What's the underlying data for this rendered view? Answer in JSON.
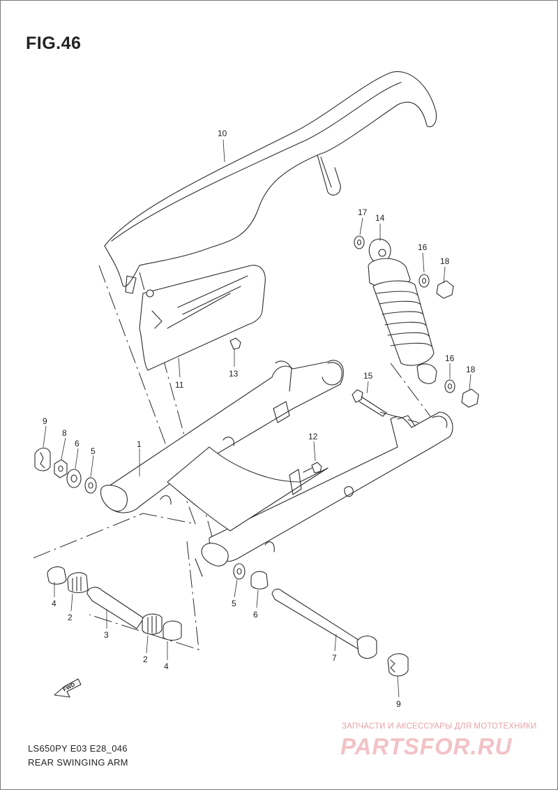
{
  "figure": {
    "title": "FIG.46"
  },
  "callouts": {
    "c1": "1",
    "c2a": "2",
    "c2b": "2",
    "c3": "3",
    "c4a": "4",
    "c4b": "4",
    "c5a": "5",
    "c5b": "5",
    "c6a": "6",
    "c6b": "6",
    "c7": "7",
    "c8": "8",
    "c9a": "9",
    "c9b": "9",
    "c10": "10",
    "c11": "11",
    "c12": "12",
    "c13": "13",
    "c14": "14",
    "c15": "15",
    "c16a": "16",
    "c16b": "16",
    "c17": "17",
    "c18a": "18",
    "c18b": "18"
  },
  "fwd_label": "FWD",
  "footer": {
    "model": "LS650PY E03 E28_046",
    "section": "REAR SWINGING ARM"
  },
  "watermark": {
    "tagline": "ЗАПЧАСТИ И АКСЕССУАРЫ ДЛЯ МОТОТЕХНИКИ",
    "logo": "PARTSFOR.RU"
  }
}
